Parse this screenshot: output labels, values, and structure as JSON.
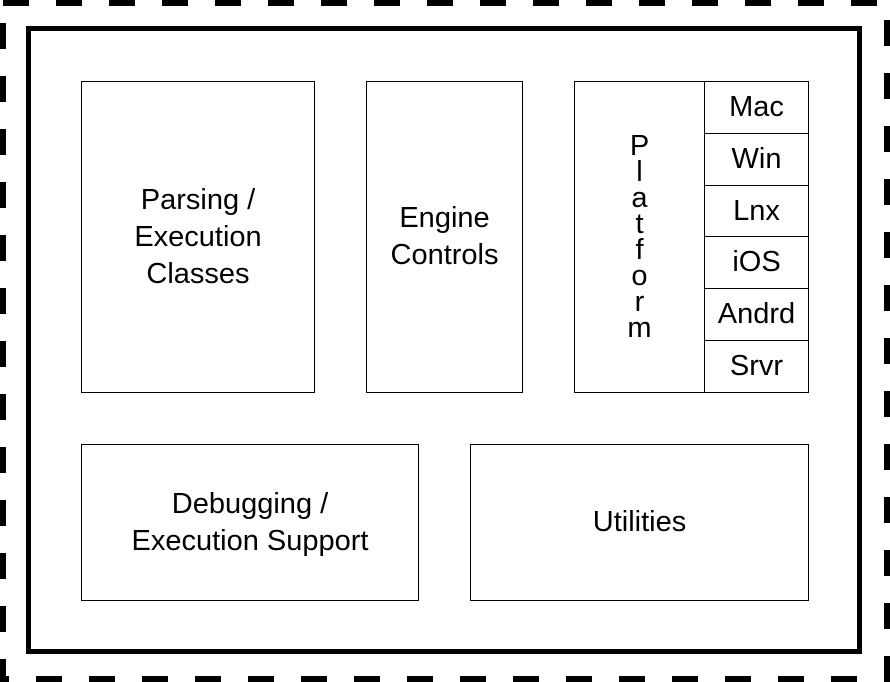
{
  "diagram": {
    "components": {
      "parsing": "Parsing / Execution Classes",
      "parsing_lines": [
        "Parsing /",
        "Execution",
        "Classes"
      ],
      "engine_lines": [
        "Engine",
        "Controls"
      ],
      "platform_label": "Platform",
      "platforms": [
        "Mac",
        "Win",
        "Lnx",
        "iOS",
        "Andrd",
        "Srvr"
      ],
      "debugging_lines": [
        "Debugging /",
        "Execution Support"
      ],
      "utilities": "Utilities"
    }
  }
}
